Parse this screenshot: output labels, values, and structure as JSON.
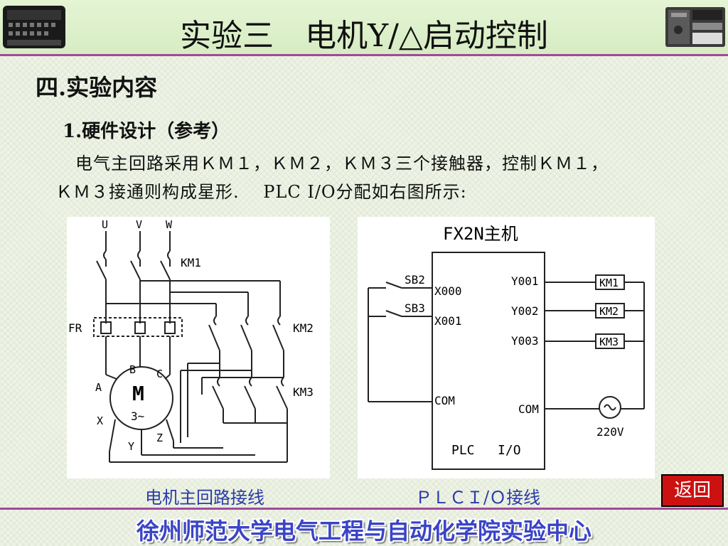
{
  "header": {
    "title": "实验三　电机Y/△启动控制"
  },
  "section_title": "四.实验内容",
  "subsection_title": "1.硬件设计（参考）",
  "description": {
    "line1": "电气主回路采用ＫＭ１，ＫＭ２，ＫＭ３三个接触器，控制ＫＭ１，",
    "line2": "ＫＭ３接通则构成星形.　 PLC I/O分配如右图所示:"
  },
  "motor_circuit": {
    "phases": [
      "U",
      "V",
      "W"
    ],
    "km1": "KM1",
    "km2": "KM2",
    "km3": "KM3",
    "fr": "FR",
    "motor_letter": "M",
    "motor_sub": "3~",
    "terminals": [
      "A",
      "B",
      "C",
      "X",
      "Y",
      "Z"
    ],
    "caption": "电机主回路接线"
  },
  "plc_diagram": {
    "title": "FX2N主机",
    "inputs": [
      {
        "button": "SB2",
        "address": "X000"
      },
      {
        "button": "SB3",
        "address": "X001"
      }
    ],
    "input_com": "COM",
    "outputs": [
      {
        "address": "Y001",
        "coil": "KM1"
      },
      {
        "address": "Y002",
        "coil": "KM2"
      },
      {
        "address": "Y003",
        "coil": "KM3"
      }
    ],
    "output_com": "COM",
    "supply": "220V",
    "bottom_label": "PLC   I/O",
    "caption": "ＰＬＣＩ/Ｏ接线"
  },
  "return_button": "返回",
  "footer": "徐州师范大学电气工程与自动化学院实验中心"
}
